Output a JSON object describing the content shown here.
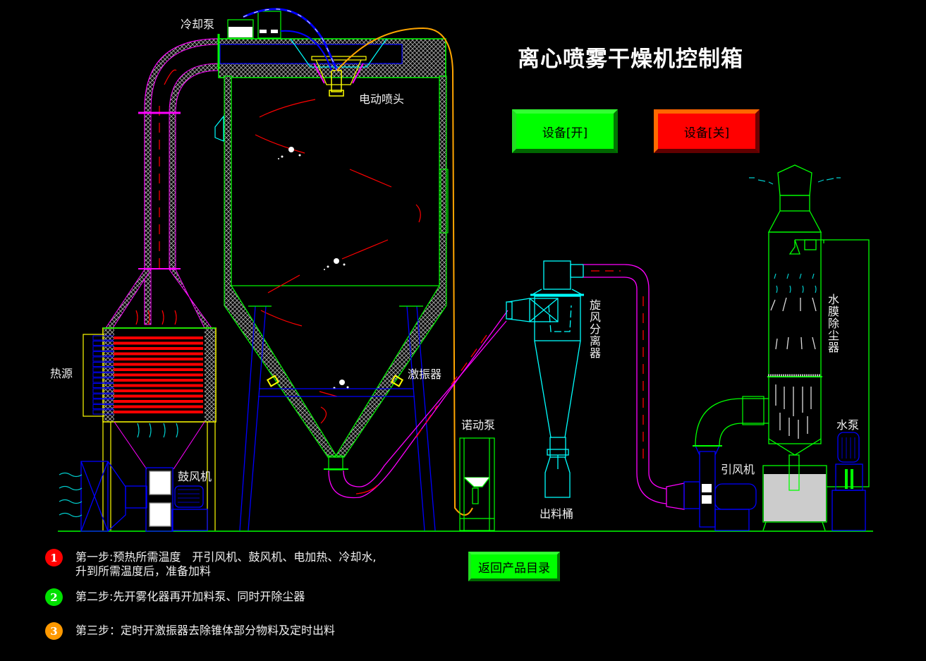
{
  "title": "离心喷雾干燥机控制箱",
  "buttons": {
    "device_on": "设备[开]",
    "device_off": "设备[关]",
    "back_to_catalog": "返回产品目录"
  },
  "labels": {
    "cooling_pump": "冷却泵",
    "electric_nozzle": "电动喷头",
    "heat_source": "热源",
    "blower": "鼓风机",
    "vibrator": "激振器",
    "peristaltic_pump": "诺动泵",
    "cyclone_separator": "旋风分离器",
    "discharge_bucket": "出料桶",
    "induced_draft_fan": "引风机",
    "water_film_dust_collector": "水膜除尘器",
    "water_pump": "水泵"
  },
  "steps": [
    {
      "number": "1",
      "color": "#ff0000",
      "line1": "第一步:预热所需温度　开引风机、鼓风机、电加热、冷却水,",
      "line2": "升到所需温度后，准备加料"
    },
    {
      "number": "2",
      "color": "#00e000",
      "line1": "第二步:先开雾化器再开加料泵、同时开除尘器",
      "line2": ""
    },
    {
      "number": "3",
      "color": "#ff9900",
      "line1": "第三步：定时开激振器去除锥体部分物料及定时出料",
      "line2": ""
    }
  ],
  "colors": {
    "on_button": "#00ff00",
    "off_button": "#ff0000",
    "equipment_outline": "#00ff00",
    "duct": "#ff00ff",
    "cyclone": "#00ffff",
    "structure": "#0000ff",
    "heater_tubes": "#ff0000",
    "feed_line": "#ffa500"
  }
}
